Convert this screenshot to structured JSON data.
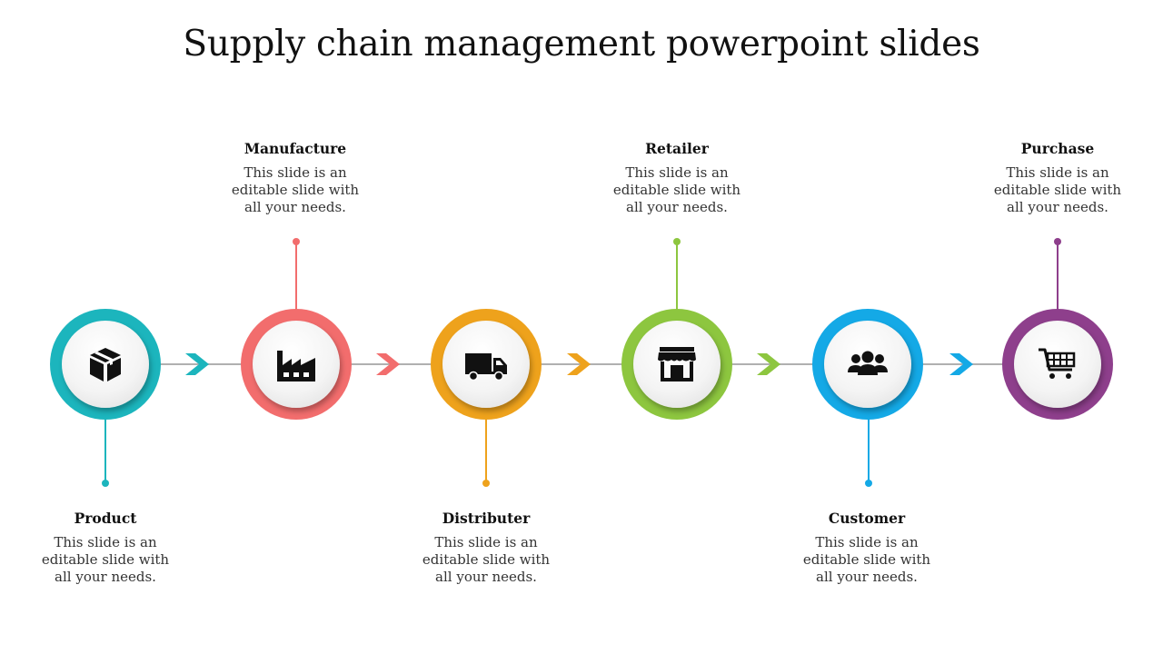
{
  "title": "Supply chain management powerpoint slides",
  "steps": [
    {
      "heading": "Product",
      "text": "This slide is an editable slide with all your needs.",
      "color": "#1cb5bd",
      "icon": "box-icon"
    },
    {
      "heading": "Manufacture",
      "text": "This slide is an editable slide with all your needs.",
      "color": "#f26d6d",
      "icon": "factory-icon"
    },
    {
      "heading": "Distributer",
      "text": "This slide is an editable slide with all your needs.",
      "color": "#eea21c",
      "icon": "truck-icon"
    },
    {
      "heading": "Retailer",
      "text": "This slide is an editable slide with all your needs.",
      "color": "#8dc63f",
      "icon": "store-icon"
    },
    {
      "heading": "Customer",
      "text": "This slide is an editable slide with all your needs.",
      "color": "#14a9e6",
      "icon": "users-icon"
    },
    {
      "heading": "Purchase",
      "text": "This slide is an editable slide with all your needs.",
      "color": "#8e3f8c",
      "icon": "cart-icon"
    }
  ]
}
